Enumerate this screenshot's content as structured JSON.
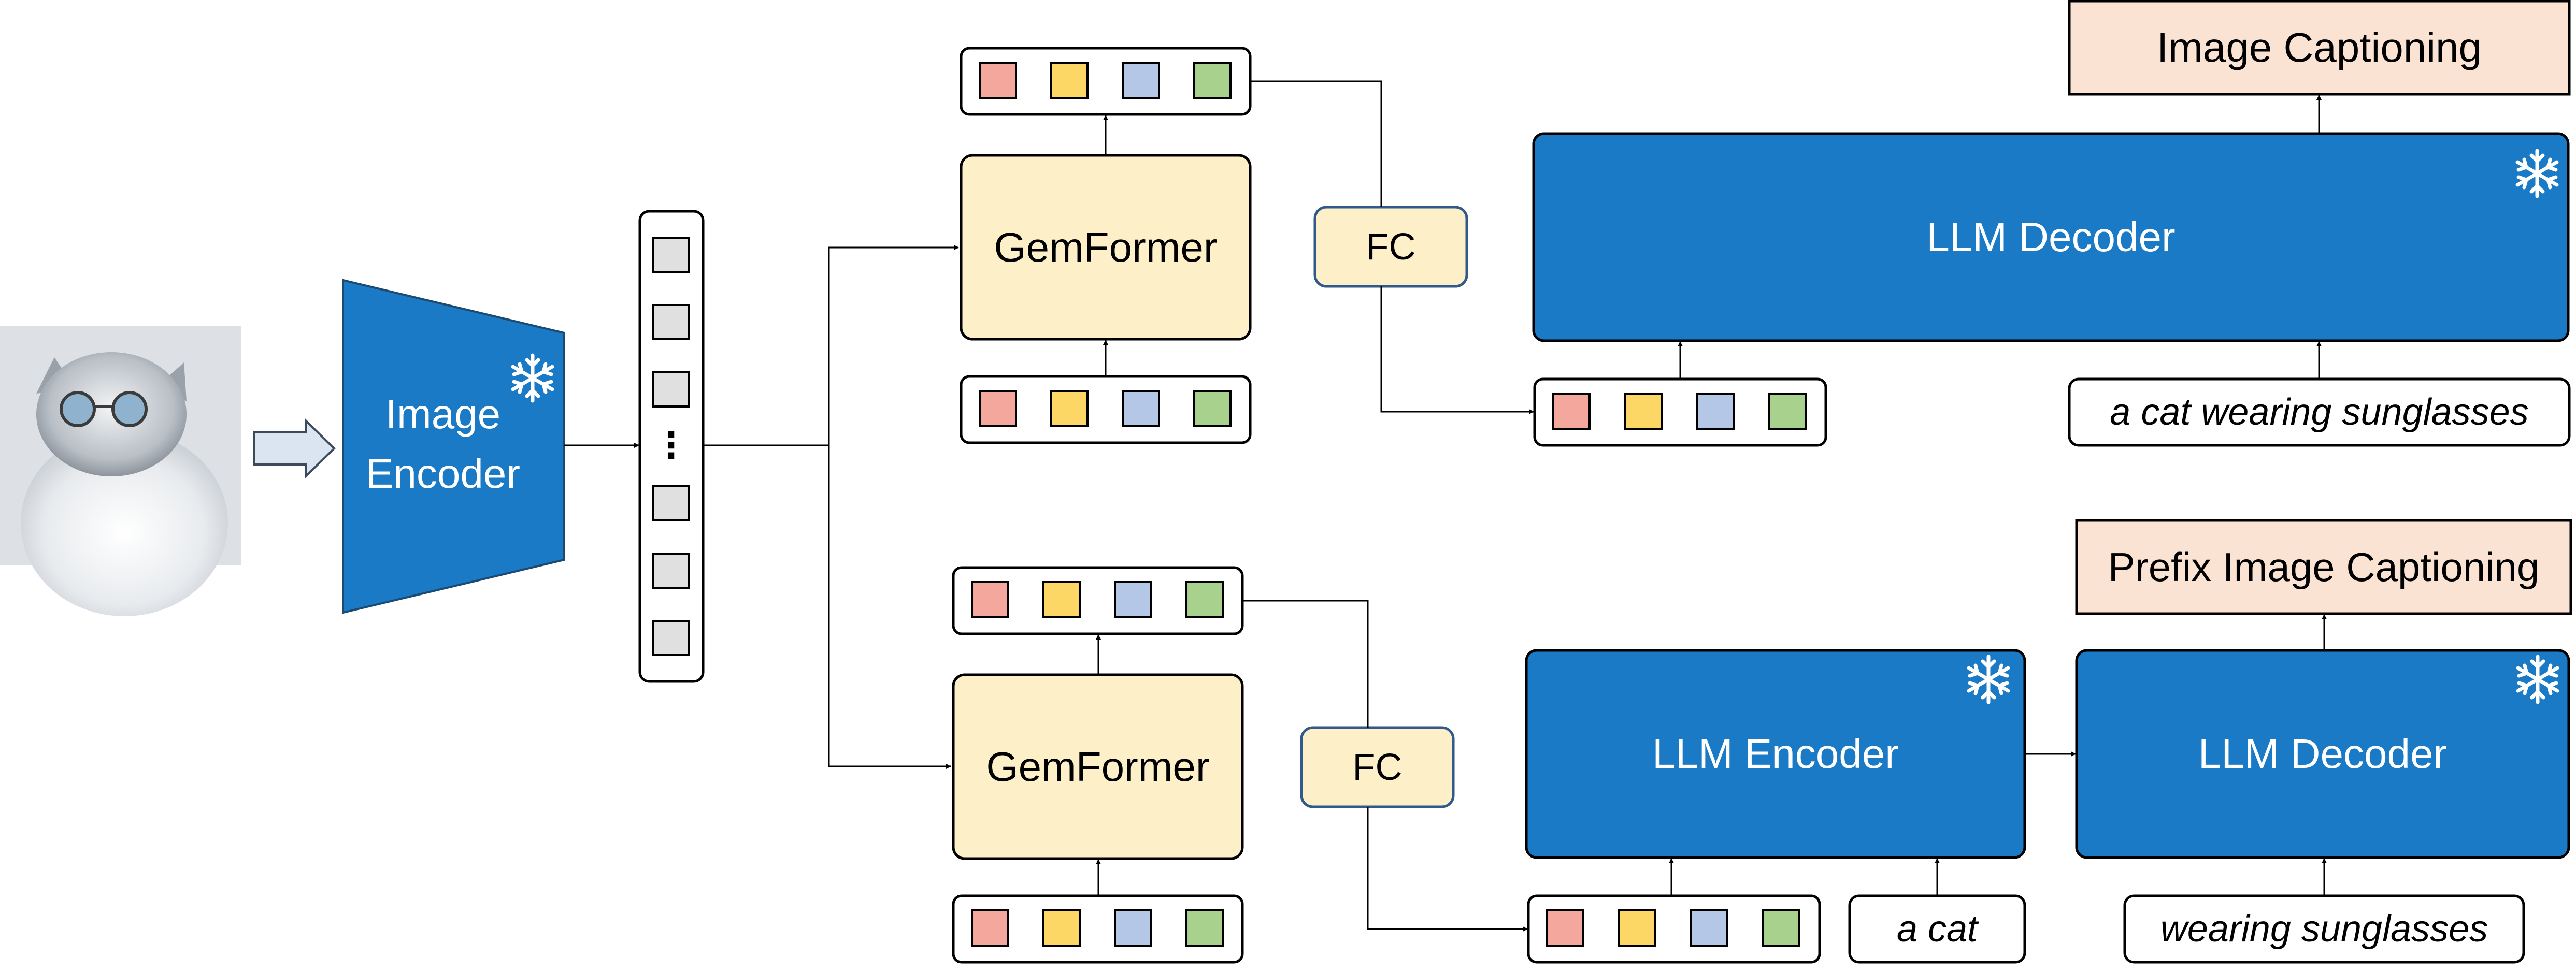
{
  "image_encoder": {
    "label_line1": "Image",
    "label_line2": "Encoder"
  },
  "feature_tokens": {
    "ellipsis": "⋮"
  },
  "top_branch": {
    "gemformer": "GemFormer",
    "fc": "FC",
    "llm_decoder": "LLM Decoder",
    "input_text": "a cat wearing sunglasses",
    "task": "Image Captioning"
  },
  "bottom_branch": {
    "gemformer": "GemFormer",
    "fc": "FC",
    "llm_encoder": "LLM Encoder",
    "llm_decoder": "LLM Decoder",
    "prefix_text": "a cat",
    "input_text": "wearing sunglasses",
    "task": "Prefix Image Captioning"
  },
  "colors": {
    "llm_blue": "#1a7ac6",
    "gemformer_fill": "#fdf0c8",
    "fc_fill": "#fdf0c8",
    "task_fill": "#fbe3d4",
    "query_red": "#f4a79c",
    "query_yellow": "#fcd765",
    "query_blue": "#b4c7e7",
    "query_green": "#a9d18e",
    "feature_gray": "#e0e0e0"
  },
  "icons": {
    "frozen": "snowflake-icon",
    "input_image": "cat-with-sunglasses-photo",
    "input_arrow": "block-arrow-right-icon"
  }
}
